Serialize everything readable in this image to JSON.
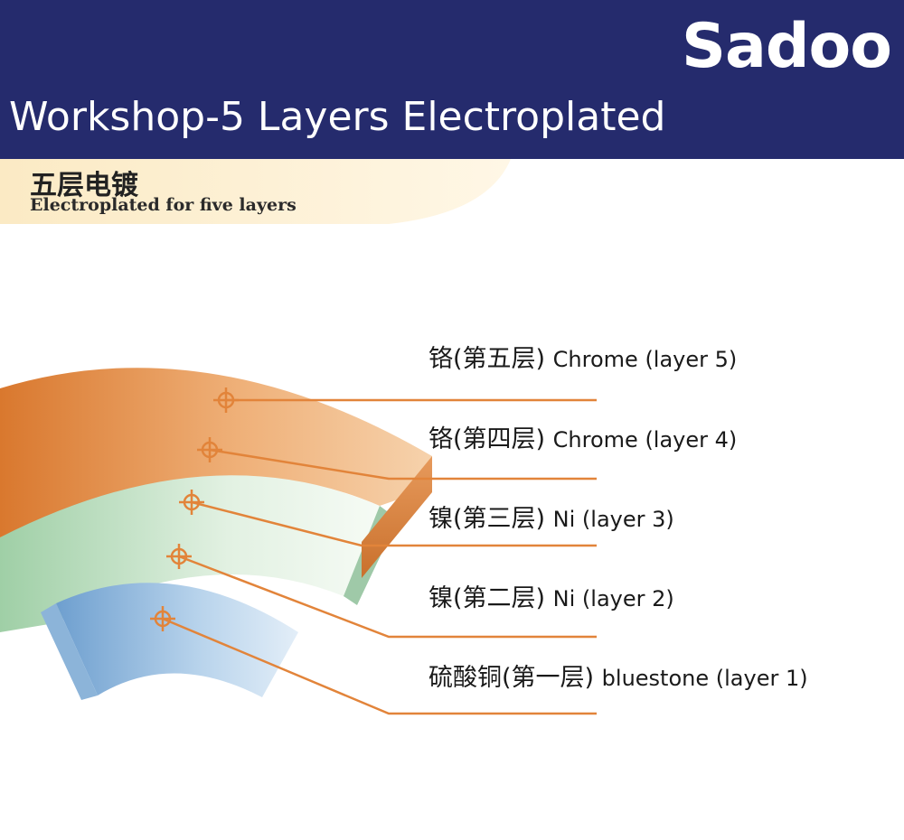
{
  "header": {
    "brand": "Sadoo",
    "title": "Workshop-5 Layers Electroplated"
  },
  "diagram": {
    "heading_cn": "五层电镀",
    "heading_en": "Electroplated for five layers",
    "colors": {
      "header_bg": "#252b6d",
      "chrome": "#e08a3c",
      "nickel": "#b9dcc0",
      "bluestone": "#8fb6dc",
      "leader_line": "#e2843a"
    },
    "layers": [
      {
        "cn": "铬(第五层)",
        "en": "Chrome (layer 5)"
      },
      {
        "cn": "铬(第四层)",
        "en": "Chrome (layer 4)"
      },
      {
        "cn": "镍(第三层)",
        "en": "Ni (layer 3)"
      },
      {
        "cn": "镍(第二层)",
        "en": "Ni (layer 2)"
      },
      {
        "cn": "硫酸铜(第一层)",
        "en": "bluestone (layer 1)"
      }
    ]
  }
}
